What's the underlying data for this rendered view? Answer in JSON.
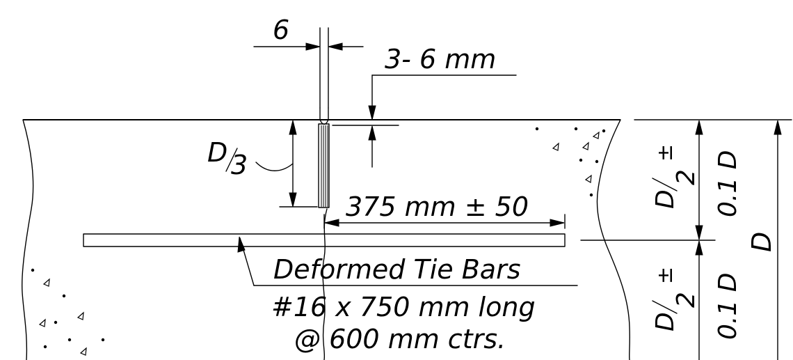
{
  "labels": {
    "groove_width": "6",
    "groove_depth": "3- 6 mm",
    "sawcut_depth_num": "D",
    "sawcut_depth_den": "3",
    "bar_spacing_from_joint": "375 mm  ± 50",
    "upper_half_frac_num": "D",
    "upper_half_frac_den": "2",
    "upper_half_pm": "±",
    "upper_half_tol": "0.1 D",
    "lower_half_frac_num": "D",
    "lower_half_frac_den": "2",
    "lower_half_pm": "±",
    "lower_half_tol": "0.1 D",
    "total_depth": "D",
    "note_line1": "Deformed Tie Bars",
    "note_line2": "#16  x 750 mm  long",
    "note_line3": "@ 600 mm ctrs."
  }
}
